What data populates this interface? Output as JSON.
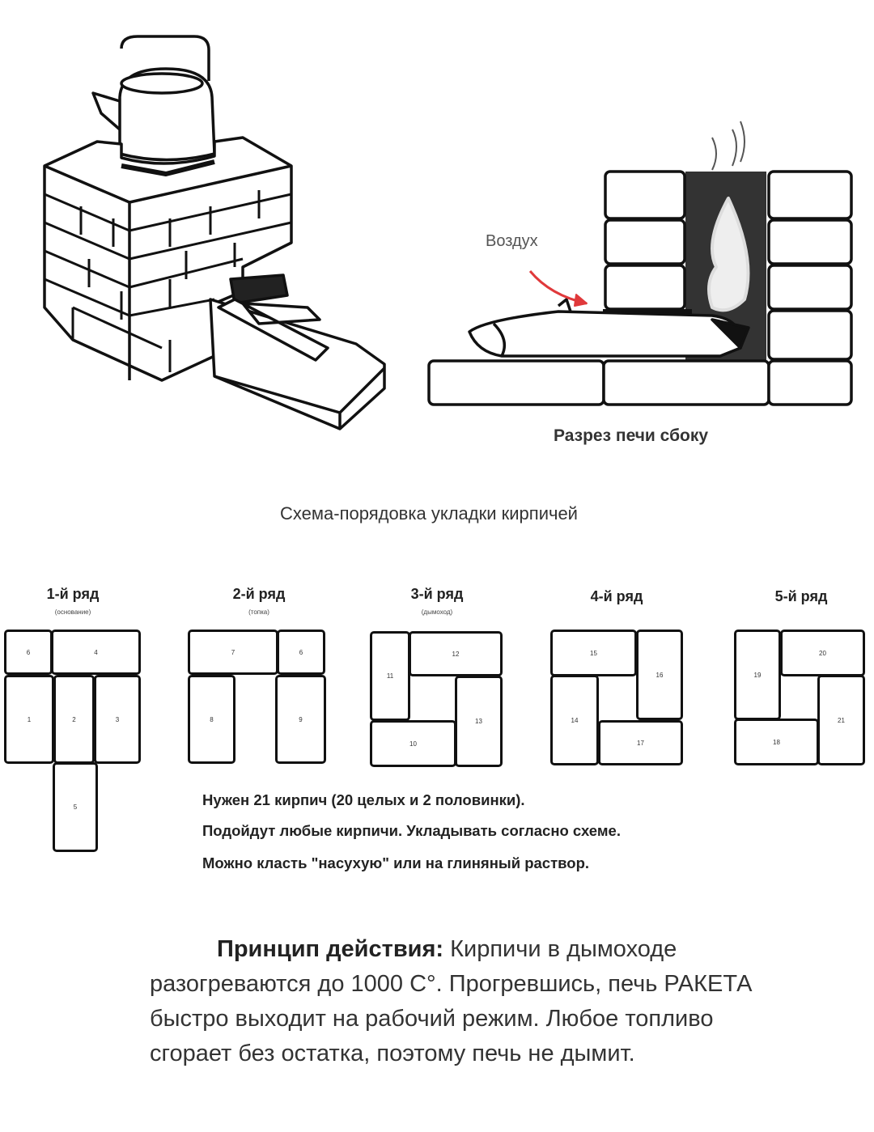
{
  "illustration": {
    "air_label": "Воздух",
    "side_view_caption": "Разрез печи сбоку",
    "air_arrow_color": "#e0393b"
  },
  "scheme_title": "Схема-порядовка укладки кирпичей",
  "rows": [
    {
      "heading": "1-й ряд",
      "subtitle": "(основание)",
      "bricks": [
        "6",
        "4",
        "1",
        "2",
        "3",
        "5"
      ]
    },
    {
      "heading": "2-й ряд",
      "subtitle": "(топка)",
      "bricks": [
        "7",
        "6",
        "8",
        "9"
      ]
    },
    {
      "heading": "3-й ряд",
      "subtitle": "(дымоход)",
      "bricks": [
        "11",
        "12",
        "13",
        "10"
      ]
    },
    {
      "heading": "4-й ряд",
      "bricks": [
        "15",
        "16",
        "14",
        "17"
      ]
    },
    {
      "heading": "5-й ряд",
      "bricks": [
        "19",
        "20",
        "21",
        "18"
      ]
    }
  ],
  "notes": [
    "Нужен 21 кирпич (20 целых и 2 половинки).",
    "Подойдут любые кирпичи.  Укладывать согласно схеме.",
    "Можно класть \"насухую\" или на глиняный раствор."
  ],
  "principle": {
    "label": "Принцип действия:",
    "text": " Кирпичи в дымоходе разогреваются до 1000 С°. Прогревшись, печь РАКЕТА быстро выходит на рабочий режим. Любое топливо сгорает без остатка, поэтому печь не дымит."
  }
}
